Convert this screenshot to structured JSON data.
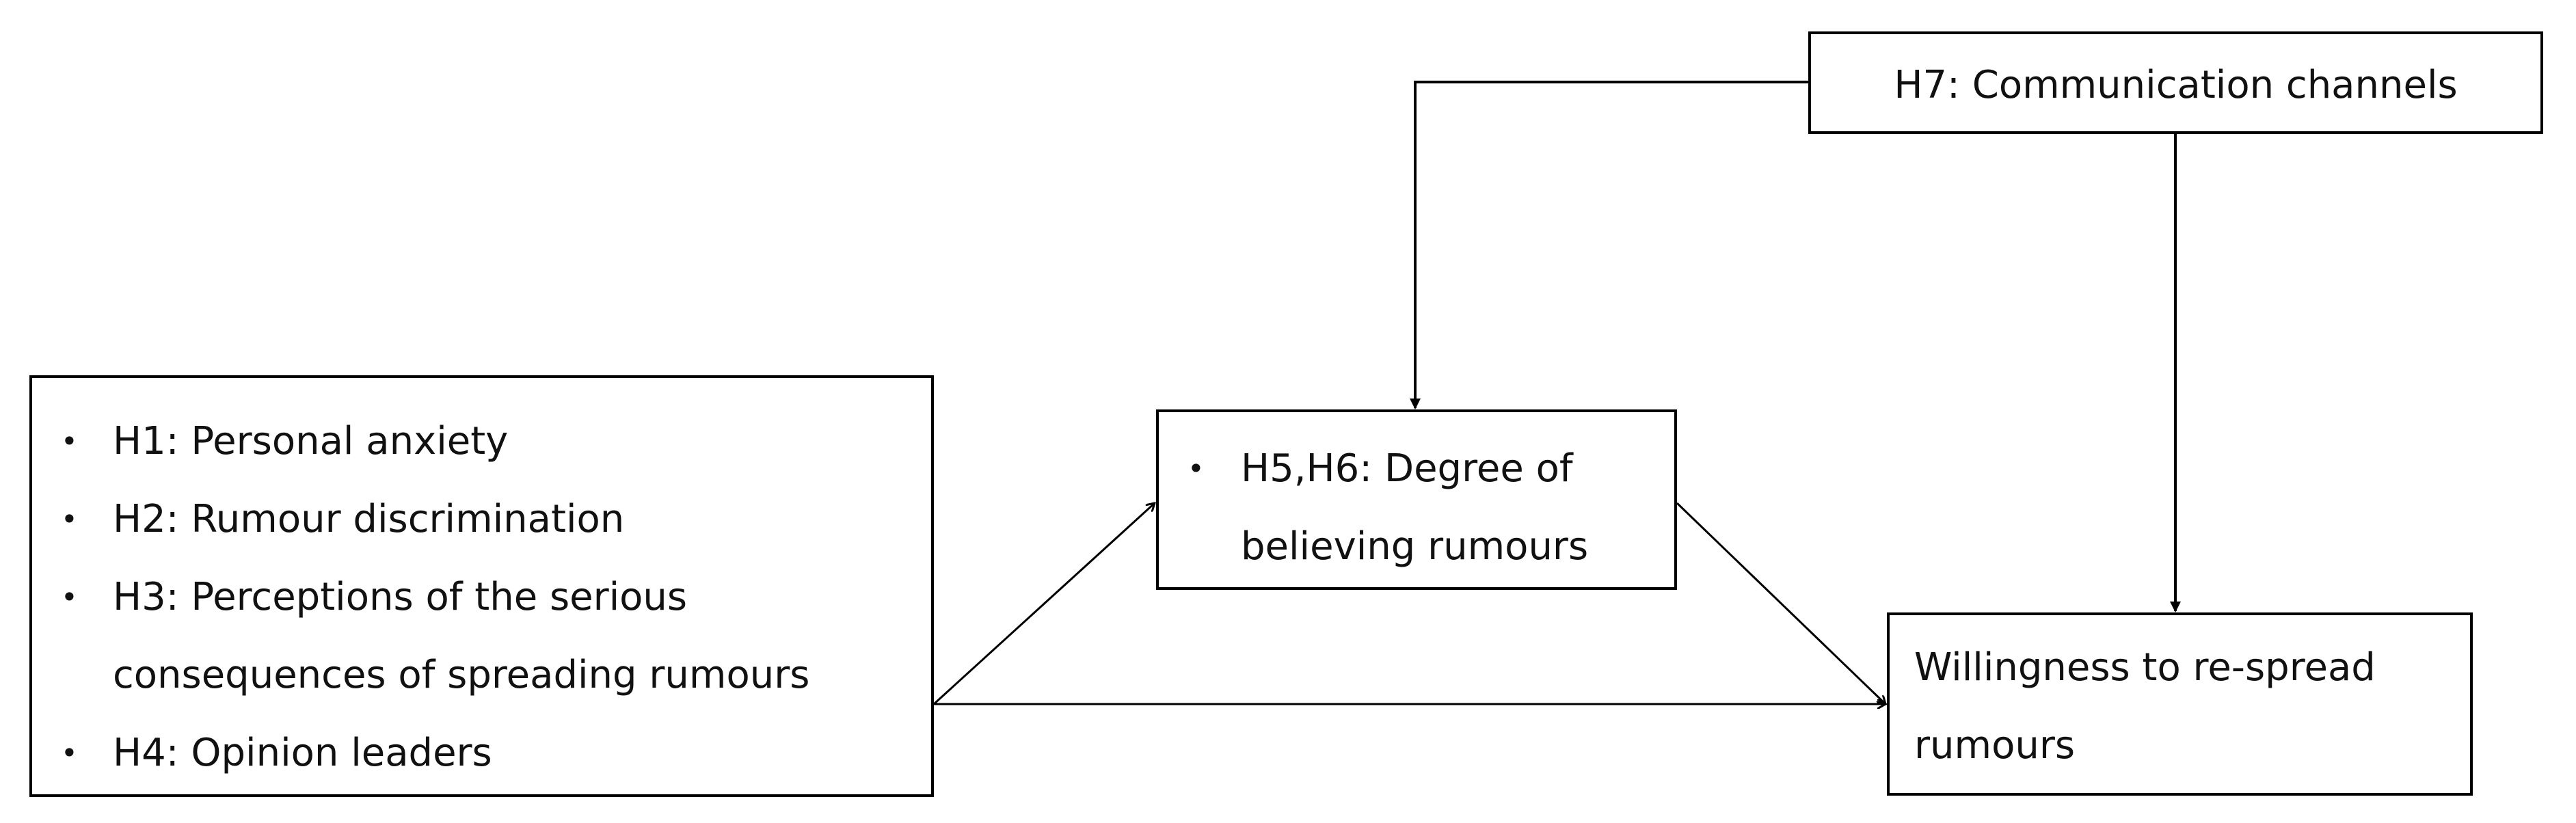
{
  "diagram": {
    "h7_box": {
      "label": "H7: Communication channels"
    },
    "predictors_box": {
      "items": [
        {
          "lines": [
            "H1: Personal anxiety"
          ]
        },
        {
          "lines": [
            "H2: Rumour discrimination"
          ]
        },
        {
          "lines": [
            "H3: Perceptions of the serious",
            "consequences of spreading rumours"
          ]
        },
        {
          "lines": [
            "H4: Opinion leaders"
          ]
        }
      ]
    },
    "mediator_box": {
      "lines": [
        "H5,H6: Degree of",
        "believing rumours"
      ]
    },
    "outcome_box": {
      "lines": [
        "Willingness to re-spread",
        "rumours"
      ]
    },
    "bullet_glyph": "•",
    "line_color": "#000000"
  }
}
